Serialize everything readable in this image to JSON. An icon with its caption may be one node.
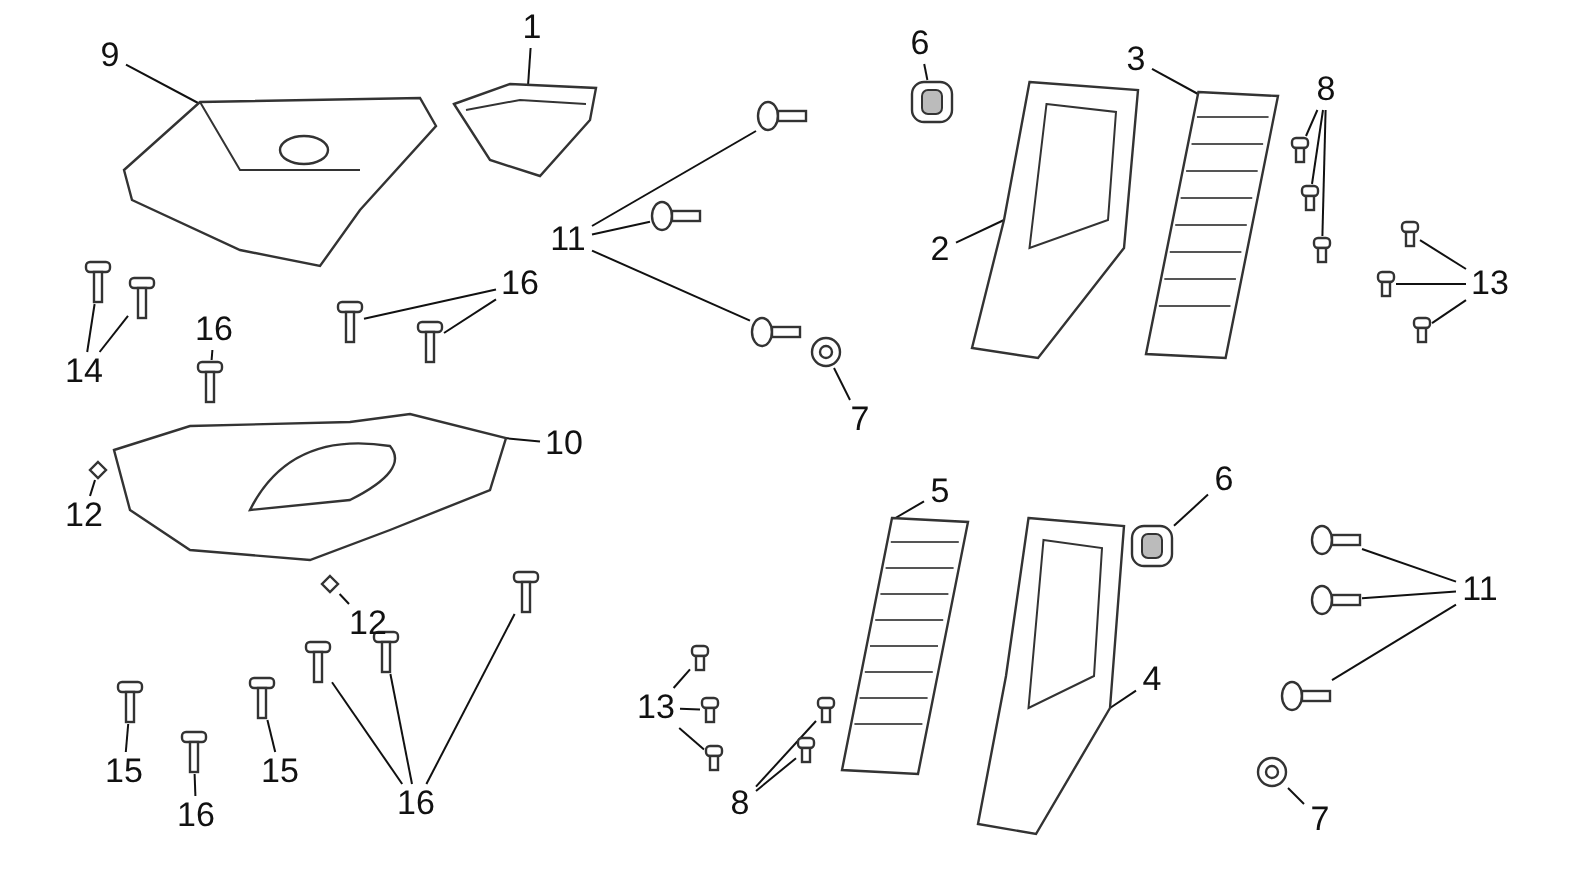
{
  "diagram": {
    "nodes": [
      {
        "text": [
          "9"
        ]
      },
      {
        "text": [],
        "shape": "picture"
      },
      {
        "text": [
          "1"
        ]
      },
      {
        "text": [],
        "shape": "picture"
      },
      {
        "text": [
          "14"
        ]
      },
      {
        "text": [],
        "shape": "picture"
      },
      {
        "text": [],
        "shape": "picture"
      },
      {
        "text": [
          "16"
        ]
      },
      {
        "text": [],
        "shape": "picture"
      },
      {
        "text": [],
        "shape": "picture"
      },
      {
        "text": [
          "16"
        ]
      },
      {
        "text": [],
        "shape": "picture"
      },
      {
        "text": [
          "10"
        ]
      },
      {
        "text": [],
        "shape": "picture"
      },
      {
        "text": [
          "12"
        ]
      },
      {
        "text": [],
        "shape": "picture"
      },
      {
        "text": [
          "12"
        ]
      },
      {
        "text": [],
        "shape": "picture"
      },
      {
        "text": [
          "15"
        ]
      },
      {
        "text": [],
        "shape": "picture"
      },
      {
        "text": [
          "16"
        ]
      },
      {
        "text": [],
        "shape": "picture"
      },
      {
        "text": [
          "15"
        ]
      },
      {
        "text": [],
        "shape": "picture"
      },
      {
        "text": [
          "16"
        ]
      },
      {
        "text": [],
        "shape": "picture"
      },
      {
        "text": [],
        "shape": "picture"
      },
      {
        "text": [],
        "shape": "picture"
      },
      {
        "text": [
          "11"
        ]
      },
      {
        "text": [],
        "shape": "picture"
      },
      {
        "text": [],
        "shape": "picture"
      },
      {
        "text": [],
        "shape": "picture"
      },
      {
        "text": [
          "6"
        ]
      },
      {
        "text": [],
        "shape": "picture"
      },
      {
        "text": [
          "3"
        ]
      },
      {
        "text": [],
        "shape": "picture"
      },
      {
        "text": [
          "2"
        ]
      },
      {
        "text": [],
        "shape": "picture"
      },
      {
        "text": [
          "7"
        ]
      },
      {
        "text": [],
        "shape": "picture"
      },
      {
        "text": [
          "8"
        ]
      },
      {
        "text": [],
        "shape": "picture"
      },
      {
        "text": [],
        "shape": "picture"
      },
      {
        "text": [],
        "shape": "picture"
      },
      {
        "text": [
          "13"
        ]
      },
      {
        "text": [],
        "shape": "picture"
      },
      {
        "text": [],
        "shape": "picture"
      },
      {
        "text": [],
        "shape": "picture"
      },
      {
        "text": [
          "5"
        ]
      },
      {
        "text": [],
        "shape": "picture"
      },
      {
        "text": [
          "6"
        ]
      },
      {
        "text": [],
        "shape": "picture"
      },
      {
        "text": [
          "4"
        ]
      },
      {
        "text": [],
        "shape": "picture"
      },
      {
        "text": [
          "11"
        ]
      },
      {
        "text": [],
        "shape": "picture"
      },
      {
        "text": [],
        "shape": "picture"
      },
      {
        "text": [],
        "shape": "picture"
      },
      {
        "text": [
          "13"
        ]
      },
      {
        "text": [],
        "shape": "picture"
      },
      {
        "text": [],
        "shape": "picture"
      },
      {
        "text": [],
        "shape": "picture"
      },
      {
        "text": [
          "8"
        ]
      },
      {
        "text": [],
        "shape": "picture"
      },
      {
        "text": [],
        "shape": "picture"
      },
      {
        "text": [
          "7"
        ]
      },
      {
        "text": [],
        "shape": "picture"
      }
    ],
    "edges": [
      {
        "from": 0,
        "to": 1,
        "arrow": "none"
      },
      {
        "from": 2,
        "to": 3,
        "arrow": "none"
      },
      {
        "from": 4,
        "to": 5,
        "arrow": "none"
      },
      {
        "from": 4,
        "to": 6,
        "arrow": "none"
      },
      {
        "from": 7,
        "to": 8,
        "arrow": "none"
      },
      {
        "from": 7,
        "to": 9,
        "arrow": "none"
      },
      {
        "from": 10,
        "to": 11,
        "arrow": "none"
      },
      {
        "from": 12,
        "to": 13,
        "arrow": "none"
      },
      {
        "from": 14,
        "to": 15,
        "arrow": "none"
      },
      {
        "from": 16,
        "to": 17,
        "arrow": "none"
      },
      {
        "from": 18,
        "to": 19,
        "arrow": "none"
      },
      {
        "from": 20,
        "to": 21,
        "arrow": "none"
      },
      {
        "from": 22,
        "to": 23,
        "arrow": "none"
      },
      {
        "from": 24,
        "to": 25,
        "arrow": "none"
      },
      {
        "from": 24,
        "to": 26,
        "arrow": "none"
      },
      {
        "from": 24,
        "to": 27,
        "arrow": "none"
      },
      {
        "from": 28,
        "to": 29,
        "arrow": "none"
      },
      {
        "from": 28,
        "to": 30,
        "arrow": "none"
      },
      {
        "from": 28,
        "to": 31,
        "arrow": "none"
      },
      {
        "from": 32,
        "to": 33,
        "arrow": "none"
      },
      {
        "from": 34,
        "to": 35,
        "arrow": "none"
      },
      {
        "from": 36,
        "to": 37,
        "arrow": "none"
      },
      {
        "from": 38,
        "to": 39,
        "arrow": "none"
      },
      {
        "from": 40,
        "to": 41,
        "arrow": "none"
      },
      {
        "from": 40,
        "to": 42,
        "arrow": "none"
      },
      {
        "from": 40,
        "to": 43,
        "arrow": "none"
      },
      {
        "from": 44,
        "to": 45,
        "arrow": "none"
      },
      {
        "from": 44,
        "to": 46,
        "arrow": "none"
      },
      {
        "from": 44,
        "to": 47,
        "arrow": "none"
      },
      {
        "from": 48,
        "to": 49,
        "arrow": "none"
      },
      {
        "from": 50,
        "to": 51,
        "arrow": "none"
      },
      {
        "from": 52,
        "to": 53,
        "arrow": "none"
      },
      {
        "from": 54,
        "to": 55,
        "arrow": "none"
      },
      {
        "from": 54,
        "to": 56,
        "arrow": "none"
      },
      {
        "from": 54,
        "to": 57,
        "arrow": "none"
      },
      {
        "from": 58,
        "to": 59,
        "arrow": "none"
      },
      {
        "from": 58,
        "to": 60,
        "arrow": "none"
      },
      {
        "from": 58,
        "to": 61,
        "arrow": "none"
      },
      {
        "from": 62,
        "to": 63,
        "arrow": "none"
      },
      {
        "from": 62,
        "to": 64,
        "arrow": "none"
      },
      {
        "from": 65,
        "to": 66,
        "arrow": "none"
      }
    ]
  }
}
